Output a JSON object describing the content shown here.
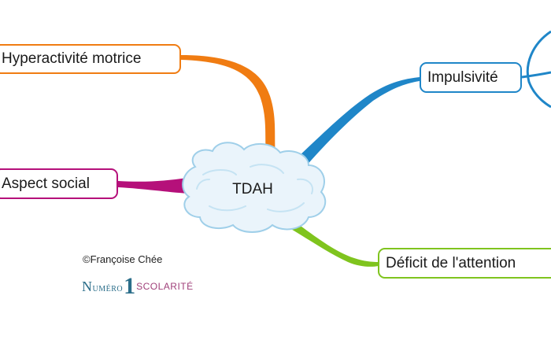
{
  "diagram": {
    "center": {
      "label": "TDAH"
    },
    "branches": [
      {
        "id": "hyper",
        "label": "Hyperactivité motrice",
        "color": "#f07c12"
      },
      {
        "id": "social",
        "label": "Aspect social",
        "color": "#b5107a"
      },
      {
        "id": "impuls",
        "label": "Impulsivité",
        "color": "#1f86c8"
      },
      {
        "id": "deficit",
        "label": "Déficit de l'attention",
        "color": "#7fc41e"
      }
    ]
  },
  "credit": {
    "copyright": "©Françoise Chée",
    "logo": {
      "word1_initial": "N",
      "word1_rest": "uméro",
      "number": "1",
      "word2": "SCOLARITÉ"
    }
  }
}
